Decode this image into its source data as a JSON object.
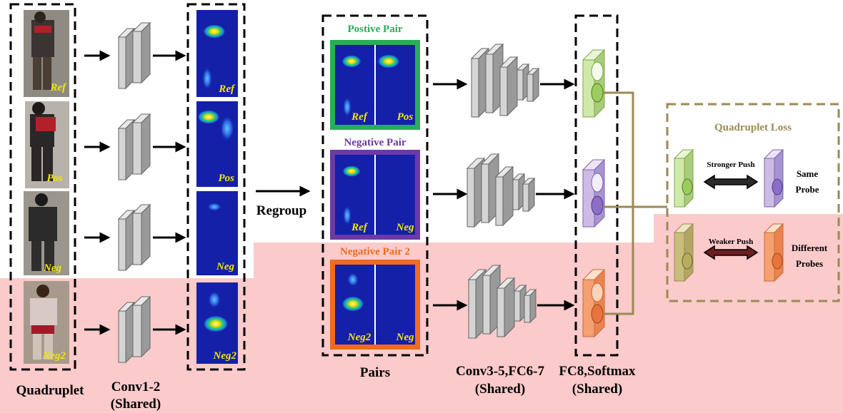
{
  "colors": {
    "pink_band": "#fbcaca",
    "positive": "#2aad57",
    "negative": "#6a3aa6",
    "negative2": "#ef6b1d",
    "loss_frame": "#9b8a55",
    "connector": "#9b8a55",
    "heat_bg": "#1420a8",
    "tag_text": "#f2e600",
    "green_fc": "#cfe9a8",
    "purple_fc": "#cdbbe6",
    "orange_fc": "#f4a070",
    "olive_fc": "#c8bd7a"
  },
  "inputs": {
    "tags": [
      "Ref",
      "Pos",
      "Neg",
      "Neg2"
    ]
  },
  "heatmaps": {
    "tags": [
      "Ref",
      "Pos",
      "Neg",
      "Neg2"
    ]
  },
  "pairs": [
    {
      "title": "Postive Pair",
      "left_tag": "Ref",
      "right_tag": "Pos"
    },
    {
      "title": "Negative Pair",
      "left_tag": "Ref",
      "right_tag": "Neg"
    },
    {
      "title": "Negative Pair 2",
      "left_tag": "Neg2",
      "right_tag": "Neg"
    }
  ],
  "labels": {
    "quadruplet": "Quadruplet",
    "conv12_line1": "Conv1-2",
    "conv12_line2": "(Shared)",
    "regroup": "Regroup",
    "pairs": "Pairs",
    "conv35_line1": "Conv3-5,FC6-7",
    "conv35_line2": "(Shared)",
    "fc8_line1": "FC8,Softmax",
    "fc8_line2": "(Shared)"
  },
  "loss": {
    "title": "Quadruplet Loss",
    "stronger_push": "Stronger Push",
    "weaker_push": "Weaker Push",
    "same_probe_line1": "Same",
    "same_probe_line2": "Probe",
    "different_probes_line1": "Different",
    "different_probes_line2": "Probes"
  }
}
